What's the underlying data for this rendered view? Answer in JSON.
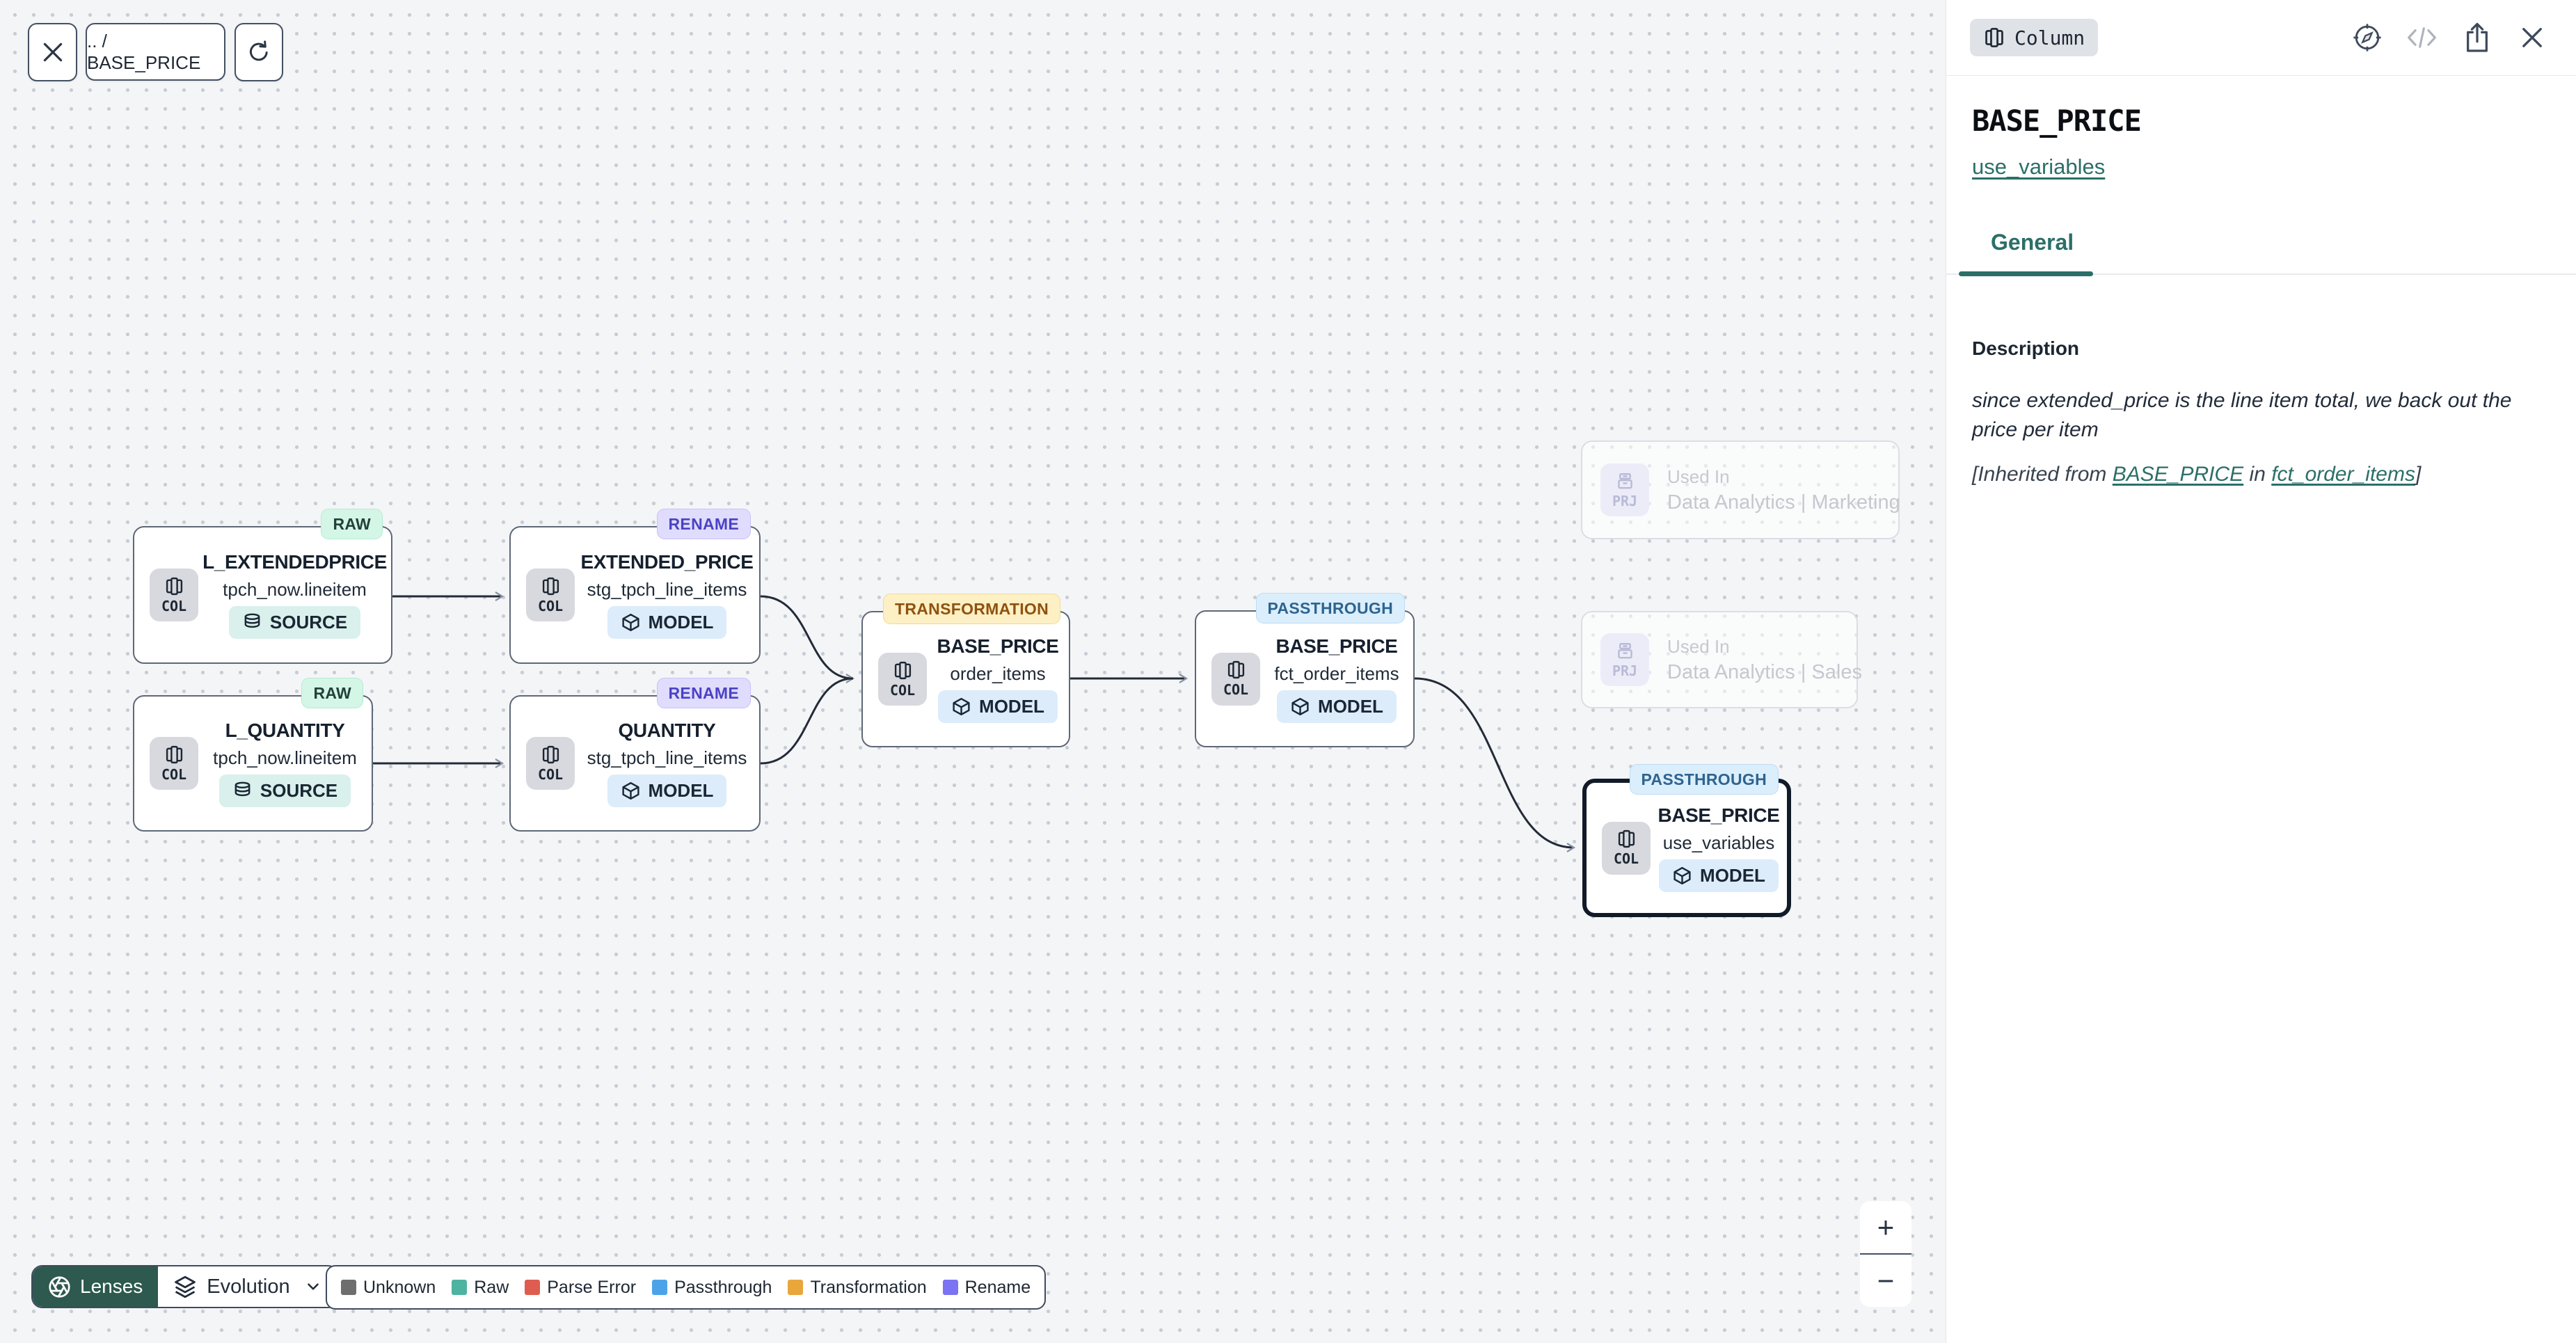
{
  "toolbar": {
    "breadcrumb": ".. / BASE_PRICE",
    "icons": [
      "close-icon",
      "refresh-icon"
    ]
  },
  "graph": {
    "nodes": [
      {
        "chip": "COL",
        "badge": "RAW",
        "title": "L_EXTENDEDPRICE",
        "subtitle": "tpch_now.lineitem",
        "kind": "SOURCE",
        "kind_icon": "database-icon"
      },
      {
        "chip": "COL",
        "badge": "RENAME",
        "title": "EXTENDED_PRICE",
        "subtitle": "stg_tpch_line_items",
        "kind": "MODEL",
        "kind_icon": "cube-icon"
      },
      {
        "chip": "COL",
        "badge": "RAW",
        "title": "L_QUANTITY",
        "subtitle": "tpch_now.lineitem",
        "kind": "SOURCE",
        "kind_icon": "database-icon"
      },
      {
        "chip": "COL",
        "badge": "RENAME",
        "title": "QUANTITY",
        "subtitle": "stg_tpch_line_items",
        "kind": "MODEL",
        "kind_icon": "cube-icon"
      },
      {
        "chip": "COL",
        "badge": "TRANSFORMATION",
        "title": "BASE_PRICE",
        "subtitle": "order_items",
        "kind": "MODEL",
        "kind_icon": "cube-icon"
      },
      {
        "chip": "COL",
        "badge": "PASSTHROUGH",
        "title": "BASE_PRICE",
        "subtitle": "fct_order_items",
        "kind": "MODEL",
        "kind_icon": "cube-icon"
      },
      {
        "chip": "COL",
        "badge": "PASSTHROUGH",
        "title": "BASE_PRICE",
        "subtitle": "use_variables",
        "kind": "MODEL",
        "kind_icon": "cube-icon",
        "selected": true
      }
    ],
    "ghost_nodes": [
      {
        "chip": "PRJ",
        "used_in": "Used In",
        "project": "Data Analytics | Marketing"
      },
      {
        "chip": "PRJ",
        "used_in": "Used In",
        "project": "Data Analytics | Sales"
      }
    ]
  },
  "lenses": {
    "button": "Lenses",
    "mode": "Evolution"
  },
  "legend": {
    "items": [
      {
        "label": "Unknown",
        "color": "#6e6e6e"
      },
      {
        "label": "Raw",
        "color": "#4fb3a1"
      },
      {
        "label": "Parse Error",
        "color": "#df5c50"
      },
      {
        "label": "Passthrough",
        "color": "#4da3ea"
      },
      {
        "label": "Transformation",
        "color": "#e9a63b"
      },
      {
        "label": "Rename",
        "color": "#7b72f4"
      }
    ]
  },
  "zoom_controls": {
    "zoom_in": "+",
    "zoom_out": "−"
  },
  "panel": {
    "type_badge": "Column",
    "title": "BASE_PRICE",
    "model_link": "use_variables",
    "tab": "General",
    "description_label": "Description",
    "description": "since extended_price is the line item total, we back out the price per item",
    "inherited_prefix": "[Inherited from ",
    "inherited_column_link": "BASE_PRICE",
    "inherited_middle": " in ",
    "inherited_model_link": "fct_order_items",
    "inherited_suffix": "]",
    "header_icons": [
      "compass-icon",
      "code-icon",
      "share-icon",
      "close-icon"
    ]
  },
  "colors": {
    "accent_teal": "#2b6f68",
    "lenses_button_bg": "#2d594e",
    "canvas_bg": "#f4f5f7",
    "raw_badge_bg": "#d4f6e6",
    "rename_badge_bg": "#dfdcfd",
    "transformation_badge_bg": "#fdf0c4",
    "passthrough_badge_bg": "#dbeefc"
  }
}
